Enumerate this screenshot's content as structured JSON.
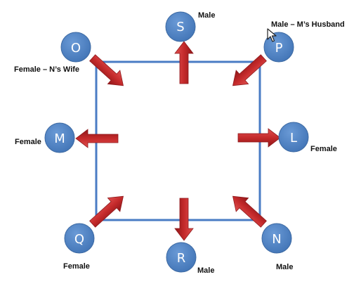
{
  "colors": {
    "frame": "#4a7cc4",
    "node_fill": "#4f81bd",
    "node_stroke": "#3d6aa3",
    "arrow_fill": "#c0262b",
    "arrow_edge": "#8f1a1d",
    "text": "#111111",
    "cursor": "#222222"
  },
  "icons": {
    "pointer": "mouse-cursor-icon"
  },
  "nodes": {
    "S": {
      "letter": "S",
      "note": "Male"
    },
    "P": {
      "letter": "P",
      "note": "Male – M’s Husband"
    },
    "O": {
      "letter": "O",
      "note": "Female – N’s Wife"
    },
    "M": {
      "letter": "M",
      "note": "Female"
    },
    "L": {
      "letter": "L",
      "note": "Female"
    },
    "Q": {
      "letter": "Q",
      "note": "Female"
    },
    "R": {
      "letter": "R",
      "note": "Male"
    },
    "N": {
      "letter": "N",
      "note": "Male"
    }
  }
}
